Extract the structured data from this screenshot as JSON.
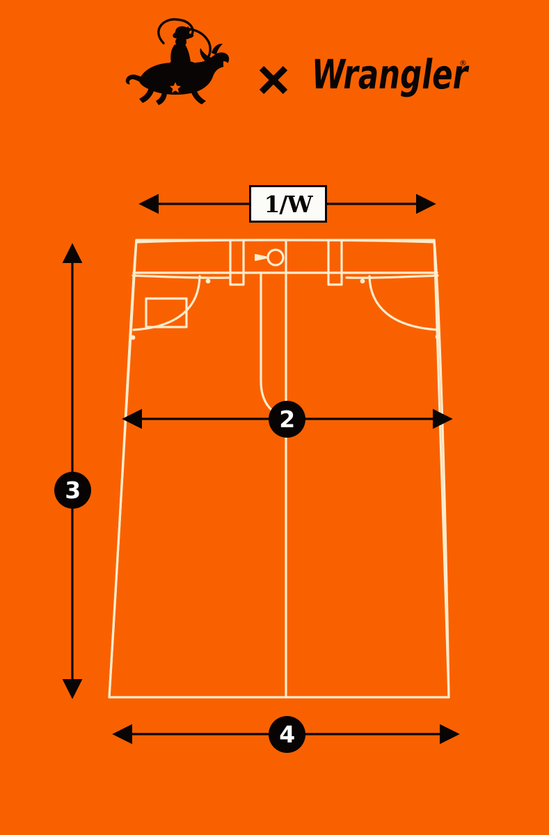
{
  "meta": {
    "background_color": "#f96100",
    "line_color": "#fdeccd",
    "ink_color": "#0a0505",
    "label_bg_color": "#fbfbf8"
  },
  "header": {
    "brand_left": {
      "icon": "bull-rider-logo",
      "name": "Bull Rider"
    },
    "separator": {
      "icon": "x-cross-icon",
      "symbol": "×"
    },
    "brand_right": {
      "icon": "wrangler-wordmark",
      "text": "Wrangler",
      "trademark": "®"
    }
  },
  "diagram": {
    "garment": "denim-skirt",
    "measurements": [
      {
        "id": "waist",
        "label": "1/W",
        "label_style": "boxed",
        "orientation": "horizontal",
        "position": "top"
      },
      {
        "id": "hip",
        "label": "2",
        "label_style": "circle",
        "orientation": "horizontal",
        "position": "middle"
      },
      {
        "id": "length",
        "label": "3",
        "label_style": "circle",
        "orientation": "vertical",
        "position": "left"
      },
      {
        "id": "hem",
        "label": "4",
        "label_style": "circle",
        "orientation": "horizontal",
        "position": "bottom"
      }
    ],
    "details": [
      "waistband",
      "belt-loop-left",
      "belt-loop-right",
      "button-keyhole",
      "fly-stitch",
      "front-pocket-left",
      "front-pocket-right",
      "coin-pocket",
      "rivets",
      "center-front-seam",
      "hem"
    ]
  }
}
